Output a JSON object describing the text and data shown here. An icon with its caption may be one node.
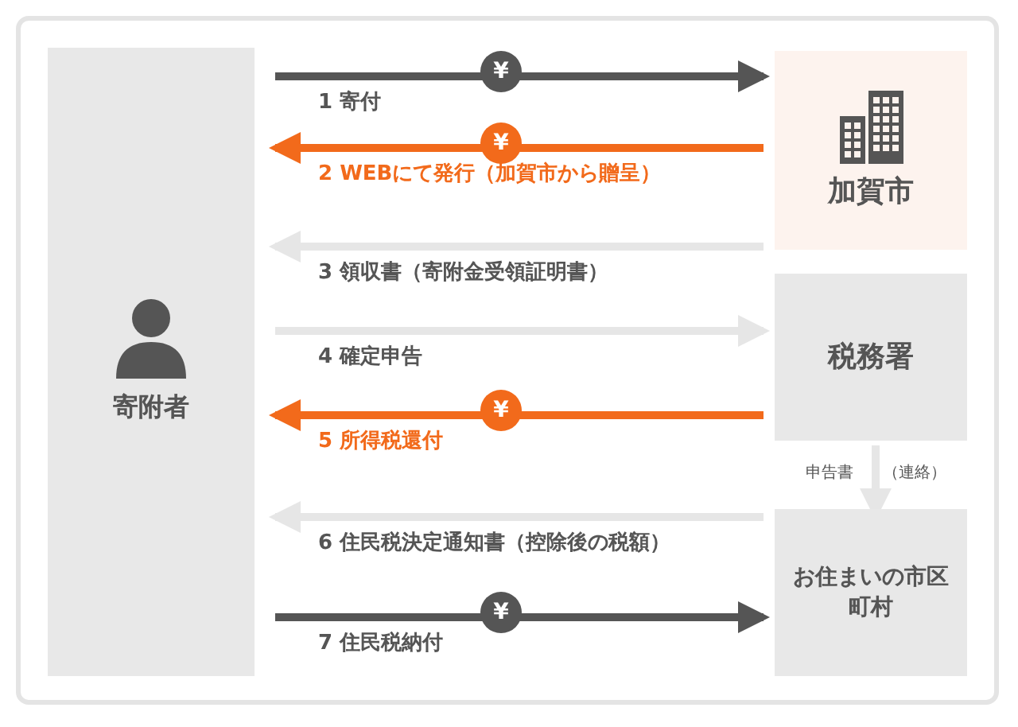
{
  "diagram": {
    "nodes": [
      {
        "text": [
          "寄附者"
        ]
      },
      {
        "text": [
          "加賀市"
        ]
      },
      {
        "text": [
          "税務署"
        ]
      },
      {
        "text": [
          "お住まいの市区町村"
        ]
      }
    ],
    "edges": [
      {
        "from": 0,
        "to": 1,
        "arrow": "to",
        "label": "1 寄付",
        "color": "#555555"
      },
      {
        "from": 1,
        "to": 0,
        "arrow": "to",
        "label": "2 WEBにて発行（加賀市から贈呈）",
        "color": "#f26a1b"
      },
      {
        "from": 1,
        "to": 0,
        "arrow": "to",
        "label": "3 領収書（寄附金受領証明書）"
      },
      {
        "from": 0,
        "to": 2,
        "arrow": "to",
        "label": "4 確定申告"
      },
      {
        "from": 2,
        "to": 0,
        "arrow": "to",
        "label": "5 所得税還付",
        "color": "#f26a1b"
      },
      {
        "from": 3,
        "to": 0,
        "arrow": "to",
        "label": "6 住民税決定通知書（控除後の税額）"
      },
      {
        "from": 0,
        "to": 3,
        "arrow": "to",
        "label": "7 住民税納付",
        "color": "#555555"
      },
      {
        "from": 2,
        "to": 3,
        "arrow": "to",
        "label": "申告書"
      }
    ],
    "labels": [
      "¥",
      "¥",
      "¥",
      "（連絡）",
      "¥"
    ]
  }
}
